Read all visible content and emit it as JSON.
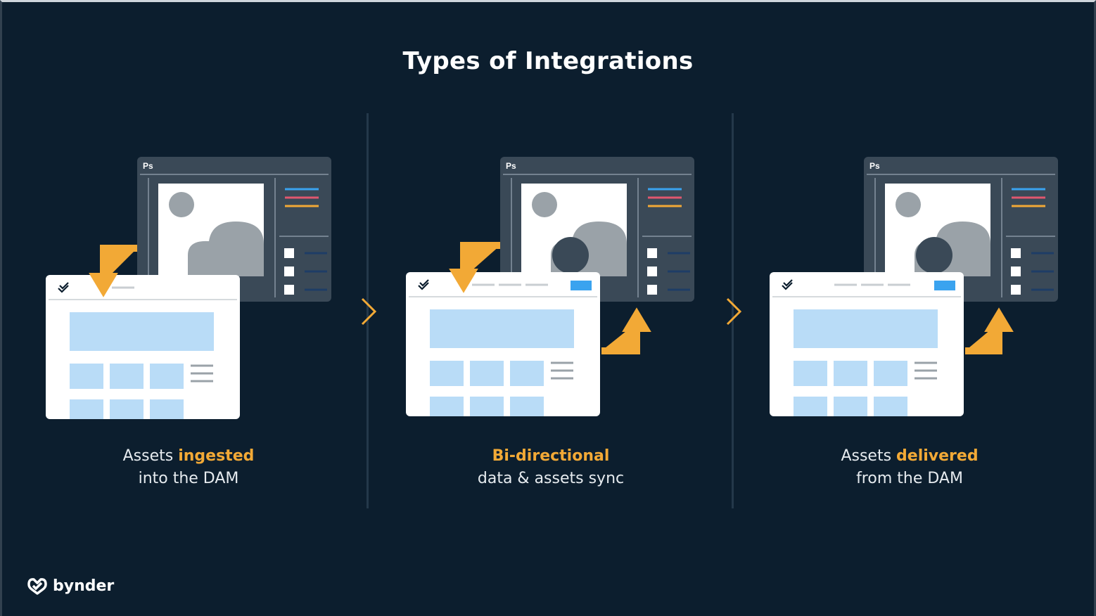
{
  "title": "Types of Integrations",
  "colors": {
    "background": "#0c1e2e",
    "accent": "#f2a936",
    "ps_window": "#3a4957",
    "dam_window": "#ffffff",
    "light_blue": "#b9dcf7",
    "bright_blue": "#3aa3ef"
  },
  "panels": [
    {
      "ps_label": "Ps",
      "caption_line1_prefix": "Assets ",
      "caption_line1_highlight": "ingested",
      "caption_line1_suffix": "",
      "caption_line2": "into the DAM",
      "arrows": [
        "ingest"
      ]
    },
    {
      "ps_label": "Ps",
      "caption_line1_prefix": "",
      "caption_line1_highlight": "Bi-directional",
      "caption_line1_suffix": "",
      "caption_line2": "data & assets sync",
      "arrows": [
        "ingest",
        "deliver"
      ]
    },
    {
      "ps_label": "Ps",
      "caption_line1_prefix": "Assets ",
      "caption_line1_highlight": "delivered",
      "caption_line1_suffix": "",
      "caption_line2": "from the DAM",
      "arrows": [
        "deliver"
      ]
    }
  ],
  "logo": {
    "text": "bynder",
    "icon": "bynder-logo-icon"
  }
}
